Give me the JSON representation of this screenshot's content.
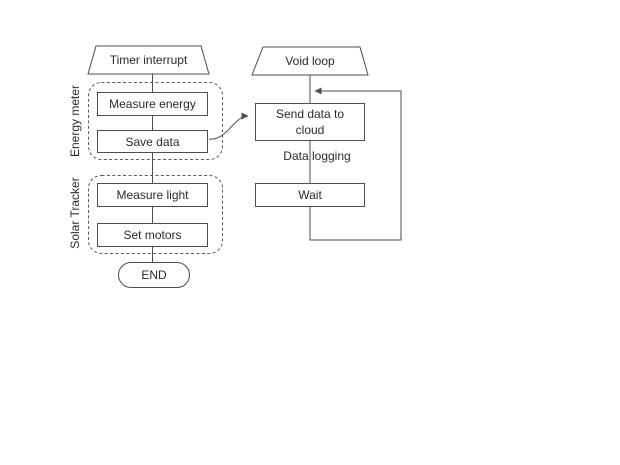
{
  "flowchart": {
    "left_column": {
      "entry": {
        "label": "Timer interrupt",
        "shape": "trapezoid"
      },
      "groups": [
        {
          "label": "Energy meter",
          "steps": [
            {
              "label": "Measure energy"
            },
            {
              "label": "Save data"
            }
          ]
        },
        {
          "label": "Solar Tracker",
          "steps": [
            {
              "label": "Measure light"
            },
            {
              "label": "Set motors"
            }
          ]
        }
      ],
      "terminator": {
        "label": "END",
        "shape": "stadium"
      }
    },
    "right_column": {
      "entry": {
        "label": "Void loop",
        "shape": "trapezoid"
      },
      "steps": [
        {
          "label": "Send data to cloud"
        },
        {
          "label": "Wait"
        }
      ],
      "caption": "Data logging",
      "loop_back": true
    },
    "colors": {
      "line": "#4d4d4d",
      "dashed_group": "#5a5a5a",
      "text": "#2b2b2b",
      "background": "#ffffff"
    }
  }
}
